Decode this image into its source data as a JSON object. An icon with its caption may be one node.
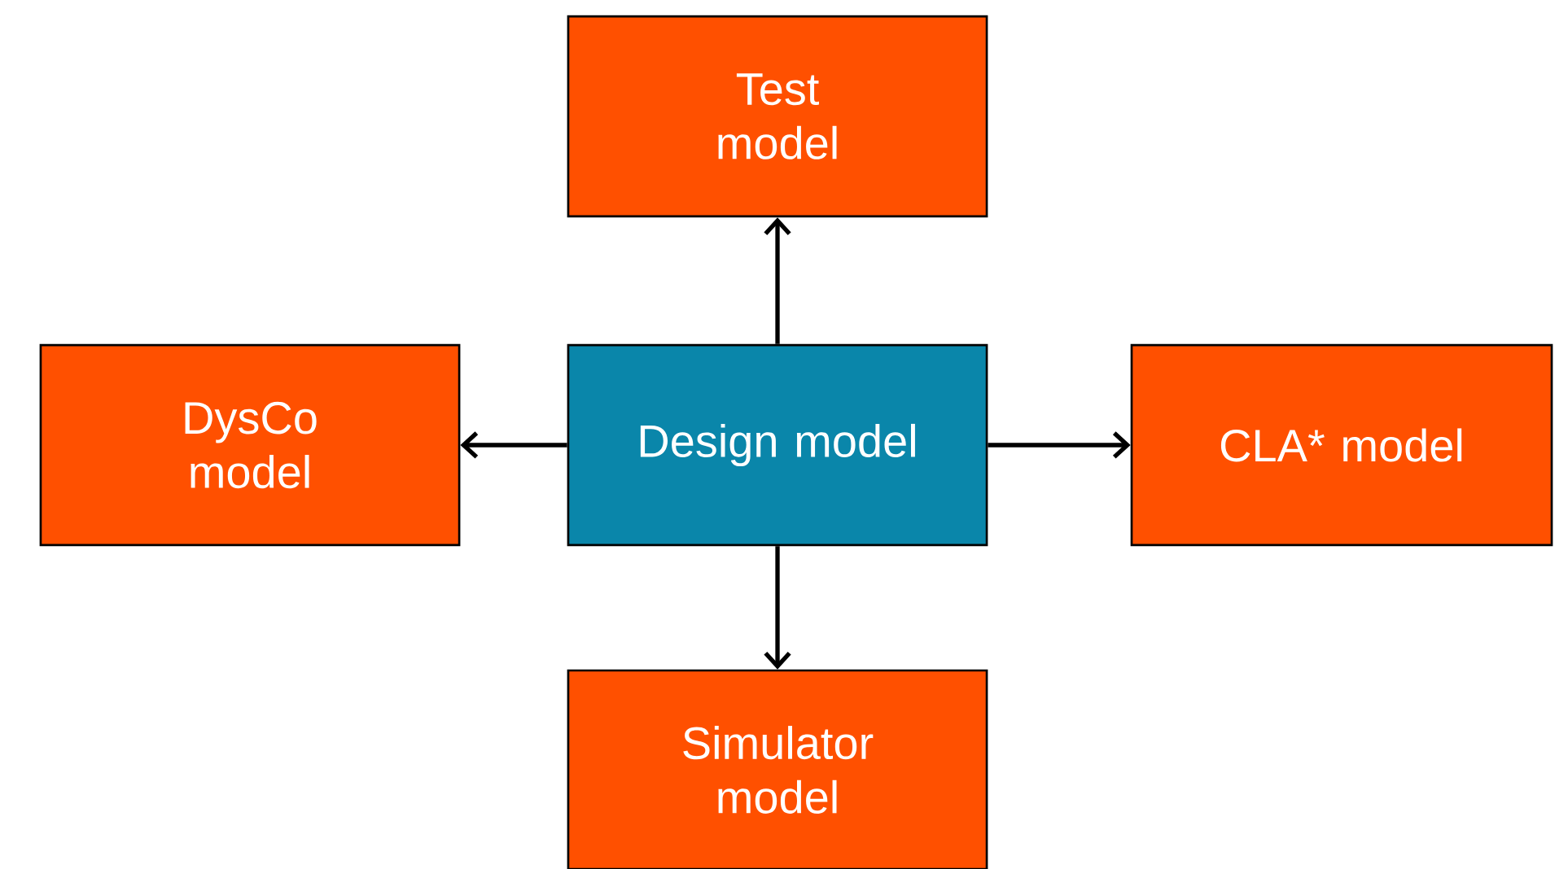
{
  "diagram": {
    "nodes": [
      {
        "text": [
          "Test model"
        ]
      },
      {
        "text": [
          "DysCo model"
        ]
      },
      {
        "text": [
          "Design model"
        ]
      },
      {
        "text": [
          "CLA* model"
        ]
      },
      {
        "text": [
          "Simulator model"
        ]
      }
    ],
    "edges": [
      {
        "from": 2,
        "to": 0,
        "arrow": "to"
      },
      {
        "from": 2,
        "to": 1,
        "arrow": "to"
      },
      {
        "from": 2,
        "to": 3,
        "arrow": "to"
      },
      {
        "from": 2,
        "to": 4,
        "arrow": "to"
      }
    ]
  }
}
